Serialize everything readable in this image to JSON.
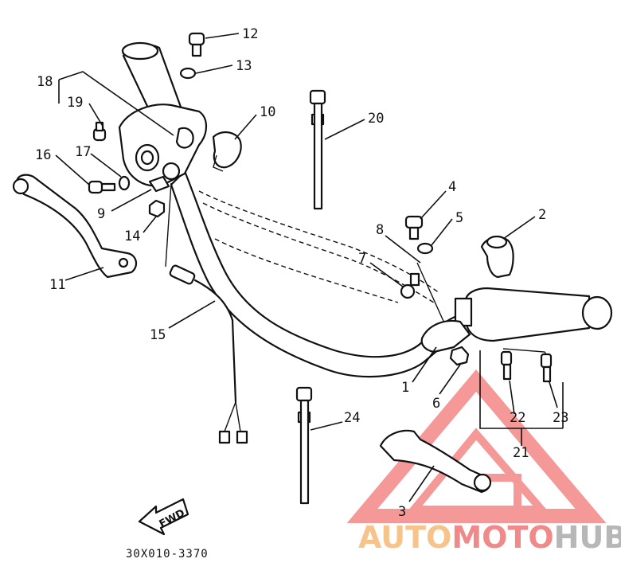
{
  "diagram": {
    "callouts": [
      {
        "id": "12",
        "text": "12"
      },
      {
        "id": "13",
        "text": "13"
      },
      {
        "id": "18",
        "text": "18"
      },
      {
        "id": "19",
        "text": "19"
      },
      {
        "id": "10",
        "text": "10"
      },
      {
        "id": "20",
        "text": "20"
      },
      {
        "id": "17",
        "text": "17"
      },
      {
        "id": "16",
        "text": "16"
      },
      {
        "id": "9",
        "text": "9"
      },
      {
        "id": "14",
        "text": "14"
      },
      {
        "id": "11",
        "text": "11"
      },
      {
        "id": "4",
        "text": "4"
      },
      {
        "id": "5",
        "text": "5"
      },
      {
        "id": "2",
        "text": "2"
      },
      {
        "id": "8",
        "text": "8"
      },
      {
        "id": "7",
        "text": "7"
      },
      {
        "id": "15",
        "text": "15"
      },
      {
        "id": "1",
        "text": "1"
      },
      {
        "id": "6",
        "text": "6"
      },
      {
        "id": "22",
        "text": "22"
      },
      {
        "id": "23",
        "text": "23"
      },
      {
        "id": "21",
        "text": "21"
      },
      {
        "id": "24",
        "text": "24"
      },
      {
        "id": "3",
        "text": "3"
      }
    ],
    "fwd_label": "FWD",
    "diagram_code": "30X010-3370",
    "watermark": {
      "part1": "AUTO",
      "part2": "MOTO",
      "part3": "HUB",
      "color1": "#f6c48a",
      "color2": "#f08a8a",
      "color3": "#b7b7b7"
    }
  }
}
